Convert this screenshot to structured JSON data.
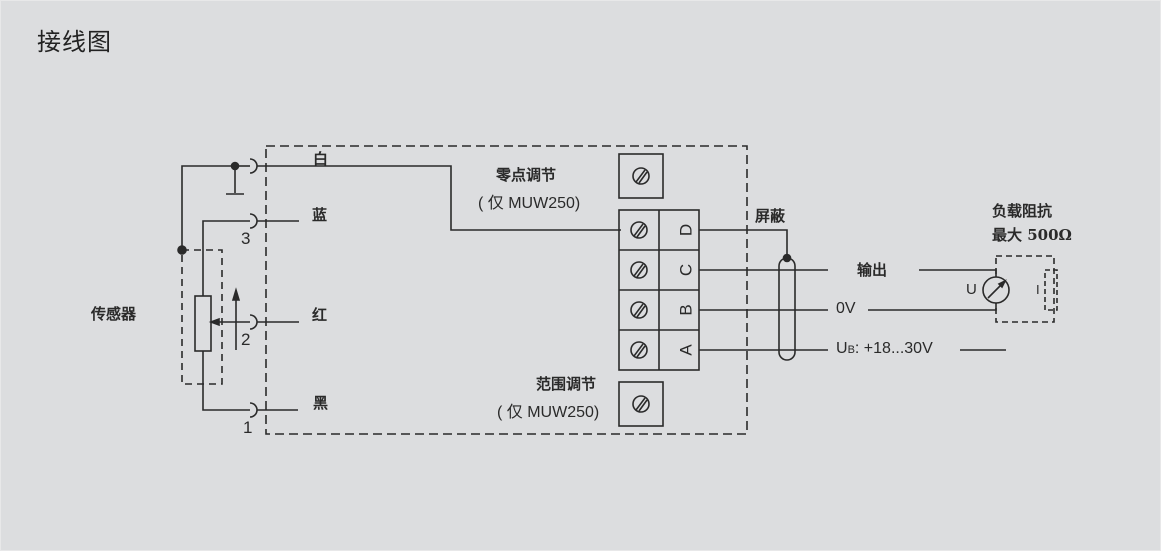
{
  "page": {
    "title": "接线图"
  },
  "sensor": {
    "label": "传感器",
    "pins": [
      "3",
      "2",
      "1"
    ]
  },
  "wires": {
    "white": "白",
    "blue": "蓝",
    "red": "红",
    "black": "黑"
  },
  "zero_adjust": {
    "title": "零点调节",
    "note": "( 仅 MUW250)"
  },
  "range_adjust": {
    "title": "范围调节",
    "note": "( 仅 MUW250)"
  },
  "terminals": [
    "D",
    "C",
    "B",
    "A"
  ],
  "shield": {
    "label": "屏蔽"
  },
  "outputs": {
    "output_label": "输出",
    "zero_v": "0V",
    "supply_prefix": "U",
    "supply_sub": "B",
    "supply_value": ": +18...30V"
  },
  "load": {
    "title": "负载阻抗",
    "max": "最大 500Ω",
    "meter_label": "U",
    "current_label": "I"
  },
  "colors": {
    "background": "#dcdddf",
    "line": "#2a2a2a"
  }
}
